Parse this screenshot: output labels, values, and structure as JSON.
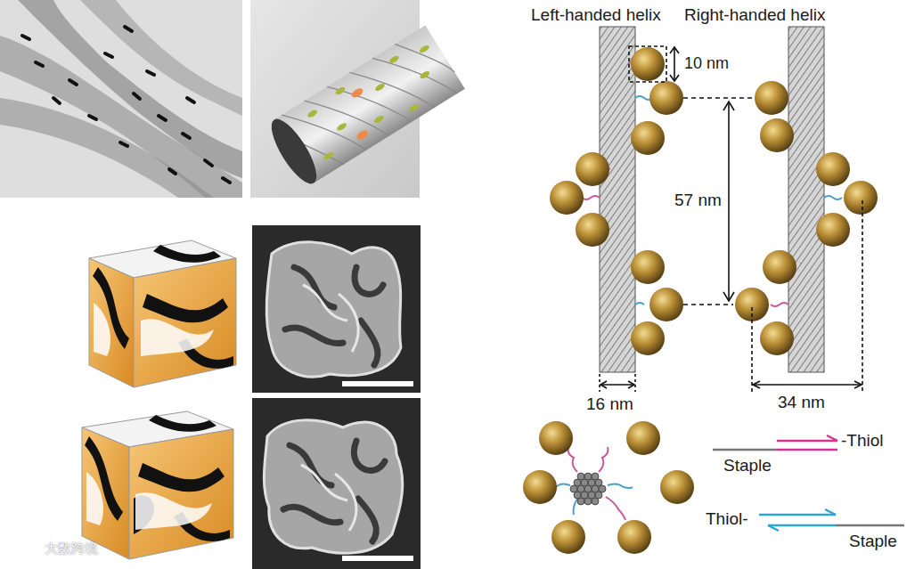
{
  "diagram": {
    "labels": [
      "Left-handed helix",
      "Right-handed helix",
      "10 nm",
      "57 nm",
      "16 nm",
      "34 nm",
      "-Thiol",
      "Staple",
      "Thiol-",
      "Staple",
      "大数跨境"
    ]
  }
}
